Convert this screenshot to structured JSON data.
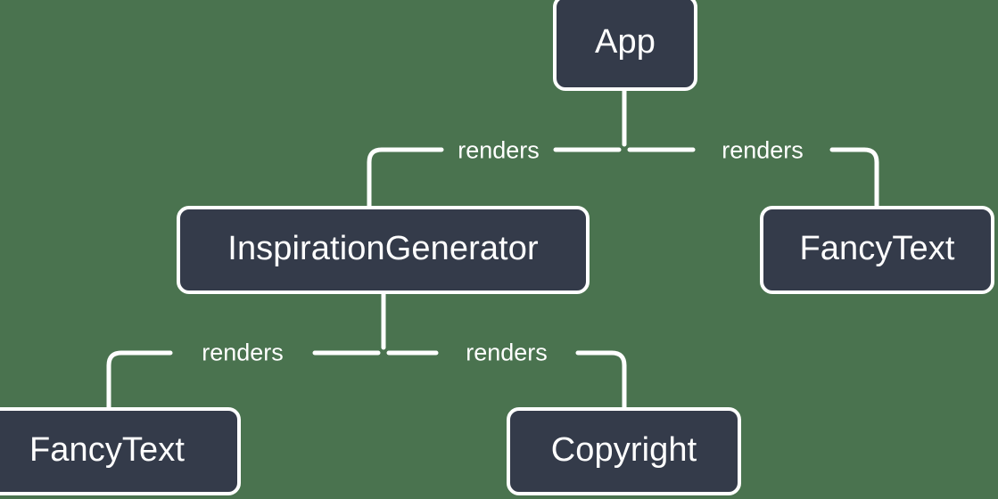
{
  "diagram": {
    "type": "component-tree",
    "background_color": "#4a734f",
    "node_fill_color": "#343b4a",
    "node_border_color": "#ffffff",
    "text_color": "#ffffff",
    "nodes": [
      {
        "id": "app",
        "label": "App"
      },
      {
        "id": "inspiration",
        "label": "InspirationGenerator"
      },
      {
        "id": "fancytext-right",
        "label": "FancyText"
      },
      {
        "id": "fancytext-bottom",
        "label": "FancyText"
      },
      {
        "id": "copyright",
        "label": "Copyright"
      }
    ],
    "edges": [
      {
        "from": "app",
        "to": "inspiration",
        "label": "renders"
      },
      {
        "from": "app",
        "to": "fancytext-right",
        "label": "renders"
      },
      {
        "from": "inspiration",
        "to": "fancytext-bottom",
        "label": "renders"
      },
      {
        "from": "inspiration",
        "to": "copyright",
        "label": "renders"
      }
    ]
  }
}
